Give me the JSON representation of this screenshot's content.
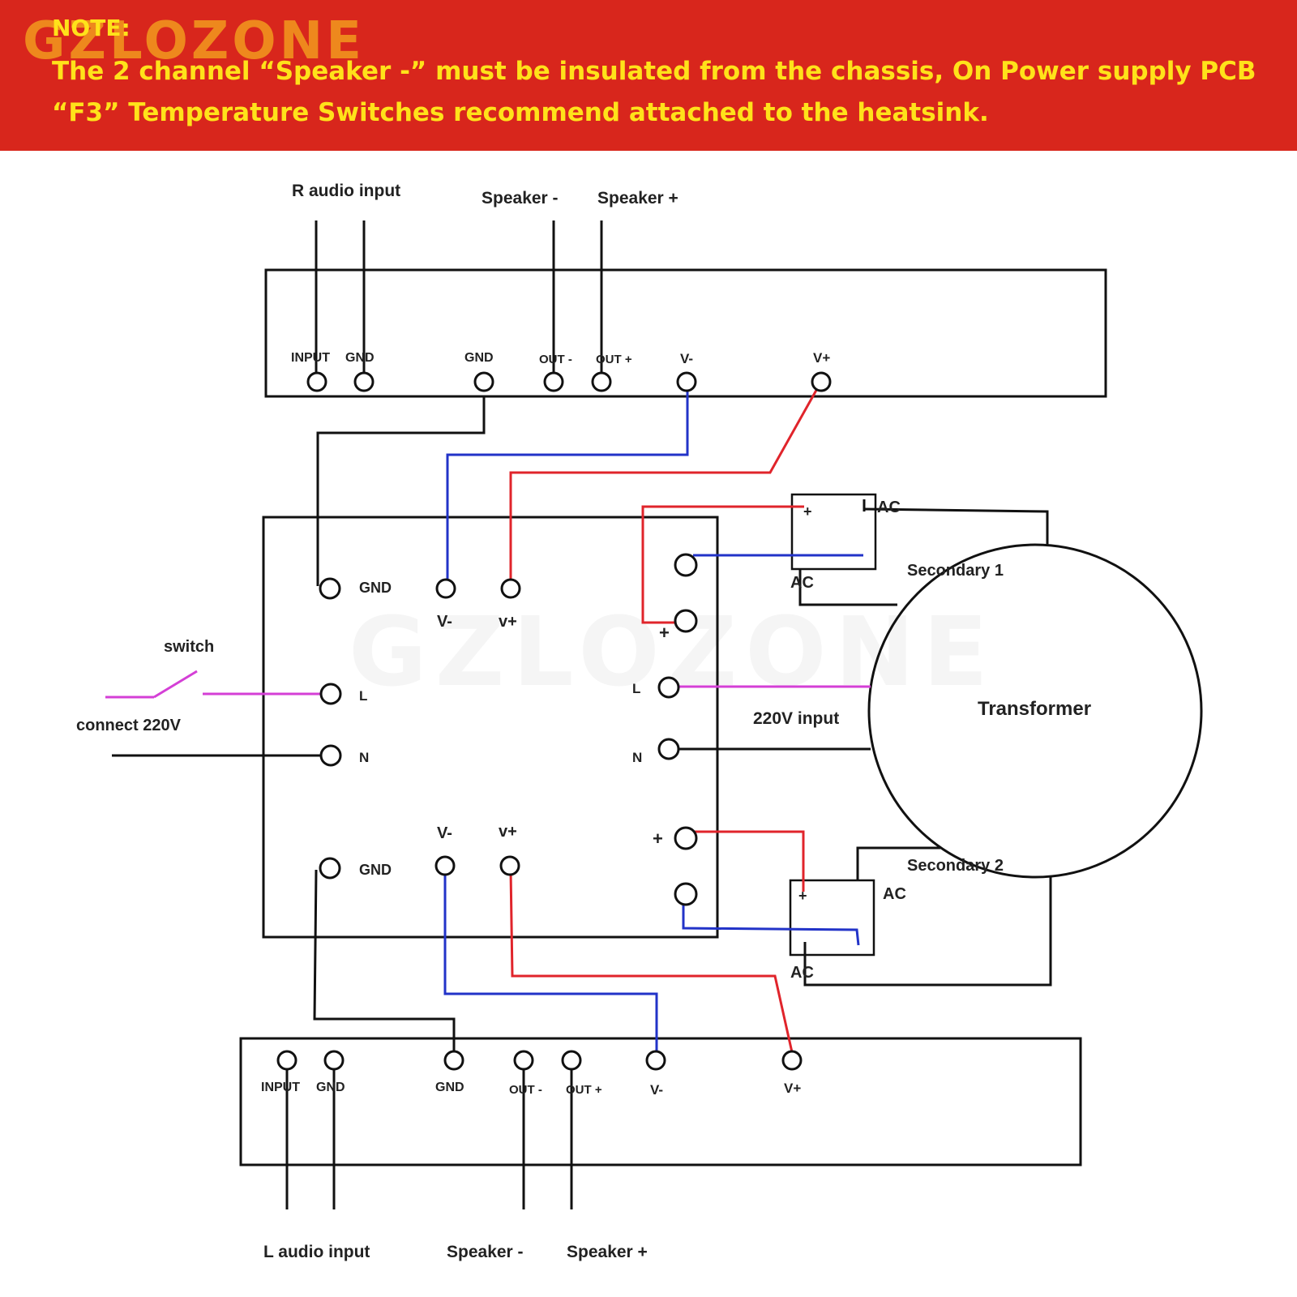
{
  "banner": {
    "brand": "GZLOZONE",
    "note_label": "NOTE:",
    "line1": "The 2 channel “Speaker -” must be insulated from the chassis, On Power supply PCB",
    "line2": "“F3” Temperature Switches recommend attached to the heatsink."
  },
  "watermark": "GZLOZONE",
  "colors": {
    "banner_bg": "#d8261c",
    "banner_text": "#ffe21a",
    "brand": "#f39a1e",
    "wire_black": "#111111",
    "wire_red": "#e0242b",
    "wire_blue": "#2233c8",
    "wire_magenta": "#d43fd6"
  },
  "top_board": {
    "labels": {
      "audio_input": "R audio input",
      "speaker_minus": "Speaker -",
      "speaker_plus": "Speaker +"
    },
    "pins": {
      "input": "INPUT",
      "gnd1": "GND",
      "gnd2": "GND",
      "out_minus": "OUT -",
      "out_plus": "OUT +",
      "v_minus": "V-",
      "v_plus": "V+"
    }
  },
  "bottom_board": {
    "labels": {
      "audio_input": "L audio input",
      "speaker_minus": "Speaker -",
      "speaker_plus": "Speaker +"
    },
    "pins": {
      "input": "INPUT",
      "gnd1": "GND",
      "gnd2": "GND",
      "out_minus": "OUT -",
      "out_plus": "OUT +",
      "v_minus": "V-",
      "v_plus": "V+"
    }
  },
  "power_board": {
    "gnd_top": "GND",
    "vminus_top": "V-",
    "vplus_top": "v+",
    "l_left": "L",
    "n_left": "N",
    "plus_top": "+",
    "l_right": "L",
    "n_right": "N",
    "plus_bottom": "+",
    "gnd_bottom": "GND",
    "vminus_bottom": "V-",
    "vplus_bottom": "v+"
  },
  "mains": {
    "switch": "switch",
    "connect": "connect 220V",
    "input": "220V input"
  },
  "rectifiers": {
    "top": {
      "plus": "+",
      "ac_right": "AC",
      "ac_bottom": "AC"
    },
    "bottom": {
      "plus": "+",
      "ac_right": "AC",
      "ac_bottom": "AC"
    }
  },
  "transformer": {
    "label": "Transformer",
    "secondary1": "Secondary 1",
    "secondary2": "Secondary 2"
  }
}
